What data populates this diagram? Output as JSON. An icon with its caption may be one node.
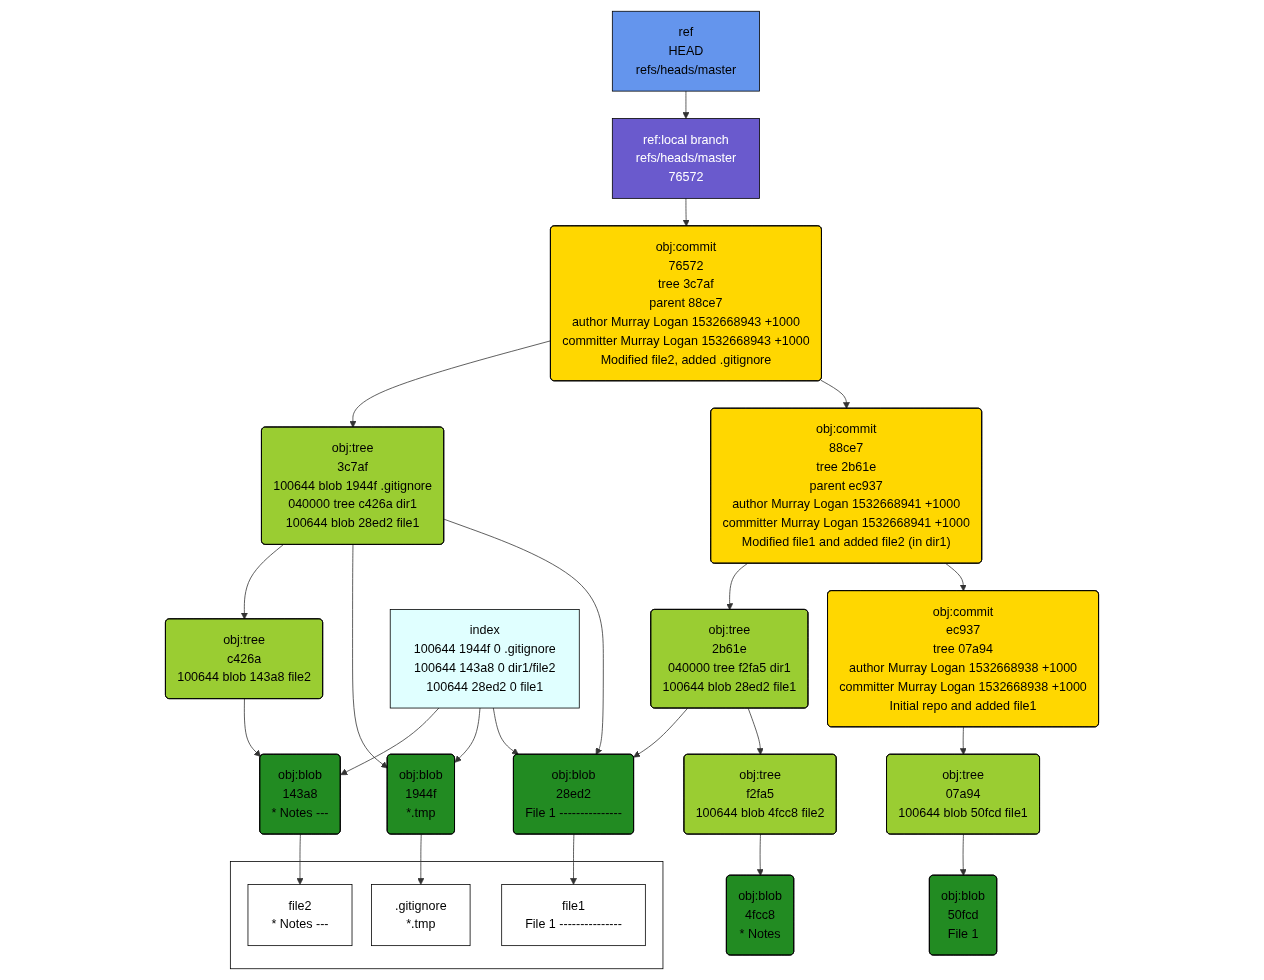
{
  "diagram": {
    "nodes": [
      {
        "text": [
          "ref",
          "HEAD",
          "refs/heads/master"
        ]
      },
      {
        "text": [
          "ref:local branch",
          "refs/heads/master",
          "76572"
        ]
      },
      {
        "text": [
          "obj:commit",
          "76572",
          "tree 3c7af",
          "parent 88ce7",
          "author Murray Logan 1532668943 +1000",
          "committer Murray Logan 1532668943 +1000",
          "Modified file2, added .gitignore"
        ]
      },
      {
        "text": [
          "obj:commit",
          "88ce7",
          "tree 2b61e",
          "parent ec937",
          "author Murray Logan 1532668941 +1000",
          "committer Murray Logan 1532668941 +1000",
          "Modified file1 and added file2 (in dir1)"
        ]
      },
      {
        "text": [
          "obj:tree",
          "3c7af",
          "100644 blob 1944f .gitignore",
          "040000 tree c426a dir1",
          "100644 blob 28ed2 file1"
        ]
      },
      {
        "text": [
          "obj:commit",
          "ec937",
          "tree 07a94",
          "author Murray Logan 1532668938 +1000",
          "committer Murray Logan 1532668938 +1000",
          "Initial repo and added file1"
        ]
      },
      {
        "text": [
          "obj:tree",
          "2b61e",
          "040000 tree f2fa5 dir1",
          "100644 blob 28ed2 file1"
        ]
      },
      {
        "text": [
          "index",
          "100644 1944f 0 .gitignore",
          "100644 143a8 0 dir1/file2",
          "100644 28ed2 0 file1"
        ]
      },
      {
        "text": [
          "obj:tree",
          "c426a",
          "100644 blob 143a8 file2"
        ]
      },
      {
        "text": [
          "obj:tree",
          "07a94",
          "100644 blob 50fcd file1"
        ]
      },
      {
        "text": [
          "obj:tree",
          "f2fa5",
          "100644 blob 4fcc8 file2"
        ]
      },
      {
        "text": [
          "obj:blob",
          "28ed2",
          "File 1 ---------------"
        ]
      },
      {
        "text": [
          "obj:blob",
          "1944f",
          "*.tmp"
        ]
      },
      {
        "text": [
          "obj:blob",
          "143a8",
          "* Notes ---"
        ]
      },
      {
        "text": [
          "obj:blob",
          "50fcd",
          "File 1"
        ]
      },
      {
        "text": [
          "obj:blob",
          "4fcc8",
          "* Notes"
        ]
      },
      {
        "text": [],
        "shape": "box"
      },
      {
        "text": [
          "file1",
          "File 1 ---------------"
        ],
        "in": 16
      },
      {
        "text": [
          ".gitignore",
          "*.tmp"
        ],
        "in": 16
      },
      {
        "text": [
          "file2",
          "* Notes ---"
        ],
        "in": 16
      }
    ],
    "edges": [
      {
        "from": 0,
        "to": 1,
        "arrow": "to"
      },
      {
        "from": 1,
        "to": 2,
        "arrow": "to"
      },
      {
        "from": 2,
        "to": 3,
        "arrow": "to"
      },
      {
        "from": 2,
        "to": 4,
        "arrow": "to"
      },
      {
        "from": 3,
        "to": 5,
        "arrow": "to"
      },
      {
        "from": 3,
        "to": 6,
        "arrow": "to"
      },
      {
        "from": 5,
        "to": 9,
        "arrow": "to"
      },
      {
        "from": 6,
        "to": 10,
        "arrow": "to"
      },
      {
        "from": 6,
        "to": 11,
        "arrow": "to"
      },
      {
        "from": 4,
        "to": 11,
        "arrow": "to"
      },
      {
        "from": 4,
        "to": 12,
        "arrow": "to"
      },
      {
        "from": 4,
        "to": 8,
        "arrow": "to"
      },
      {
        "from": 7,
        "to": 11,
        "arrow": "to"
      },
      {
        "from": 7,
        "to": 12,
        "arrow": "to"
      },
      {
        "from": 7,
        "to": 13,
        "arrow": "to"
      },
      {
        "from": 8,
        "to": 13,
        "arrow": "to"
      },
      {
        "from": 9,
        "to": 14,
        "arrow": "to"
      },
      {
        "from": 10,
        "to": 15,
        "arrow": "to"
      },
      {
        "from": 11,
        "to": 17,
        "arrow": "to"
      },
      {
        "from": 12,
        "to": 18,
        "arrow": "to"
      },
      {
        "from": 13,
        "to": 19,
        "arrow": "to"
      }
    ]
  }
}
